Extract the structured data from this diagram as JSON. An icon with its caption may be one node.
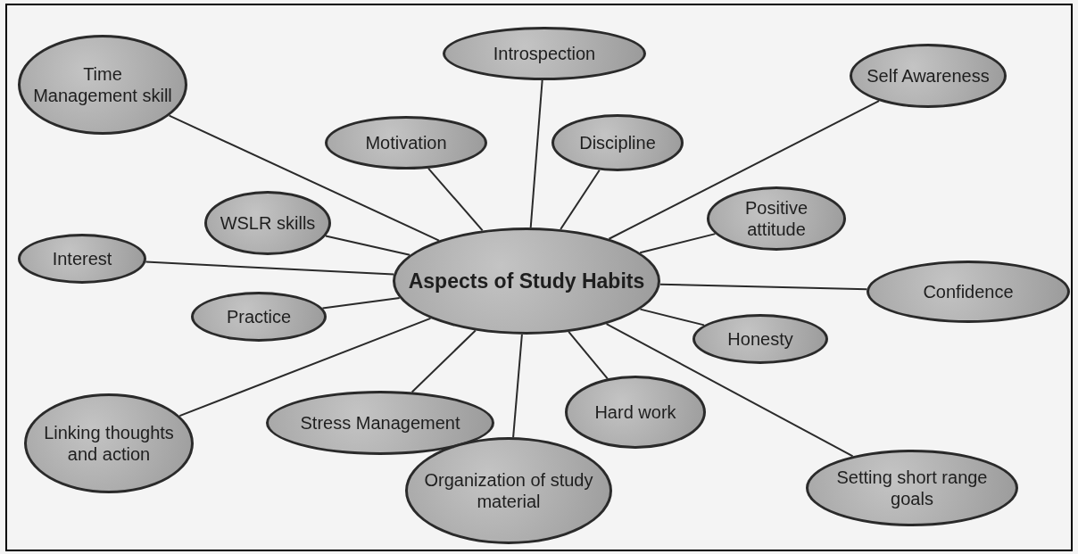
{
  "diagram": {
    "nodes": [
      {
        "text": [
          "Time Management skill"
        ]
      },
      {
        "text": [
          "Introspection"
        ]
      },
      {
        "text": [
          "Self Awareness"
        ]
      },
      {
        "text": [
          "Motivation"
        ]
      },
      {
        "text": [
          "Discipline"
        ]
      },
      {
        "text": [
          "WSLR skills"
        ]
      },
      {
        "text": [
          "Positive attitude"
        ]
      },
      {
        "text": [
          "Interest"
        ]
      },
      {
        "text": [
          "Aspects of Study Habits"
        ]
      },
      {
        "text": [
          "Confidence"
        ]
      },
      {
        "text": [
          "Practice"
        ]
      },
      {
        "text": [
          "Honesty"
        ]
      },
      {
        "text": [
          "Stress Management"
        ]
      },
      {
        "text": [
          "Hard work"
        ]
      },
      {
        "text": [
          "Linking thoughts and action"
        ]
      },
      {
        "text": [
          "Organization of study material"
        ]
      },
      {
        "text": [
          "Setting short range goals"
        ]
      }
    ],
    "edges": [
      {
        "from": 8,
        "to": 0,
        "arrow": "none"
      },
      {
        "from": 8,
        "to": 1,
        "arrow": "none"
      },
      {
        "from": 8,
        "to": 2,
        "arrow": "none"
      },
      {
        "from": 8,
        "to": 3,
        "arrow": "none"
      },
      {
        "from": 8,
        "to": 4,
        "arrow": "none"
      },
      {
        "from": 8,
        "to": 5,
        "arrow": "none"
      },
      {
        "from": 8,
        "to": 6,
        "arrow": "none"
      },
      {
        "from": 8,
        "to": 7,
        "arrow": "none"
      },
      {
        "from": 8,
        "to": 9,
        "arrow": "none"
      },
      {
        "from": 8,
        "to": 10,
        "arrow": "none"
      },
      {
        "from": 8,
        "to": 11,
        "arrow": "none"
      },
      {
        "from": 8,
        "to": 12,
        "arrow": "none"
      },
      {
        "from": 8,
        "to": 13,
        "arrow": "none"
      },
      {
        "from": 8,
        "to": 14,
        "arrow": "none"
      },
      {
        "from": 8,
        "to": 15,
        "arrow": "none"
      },
      {
        "from": 8,
        "to": 16,
        "arrow": "none"
      }
    ]
  }
}
